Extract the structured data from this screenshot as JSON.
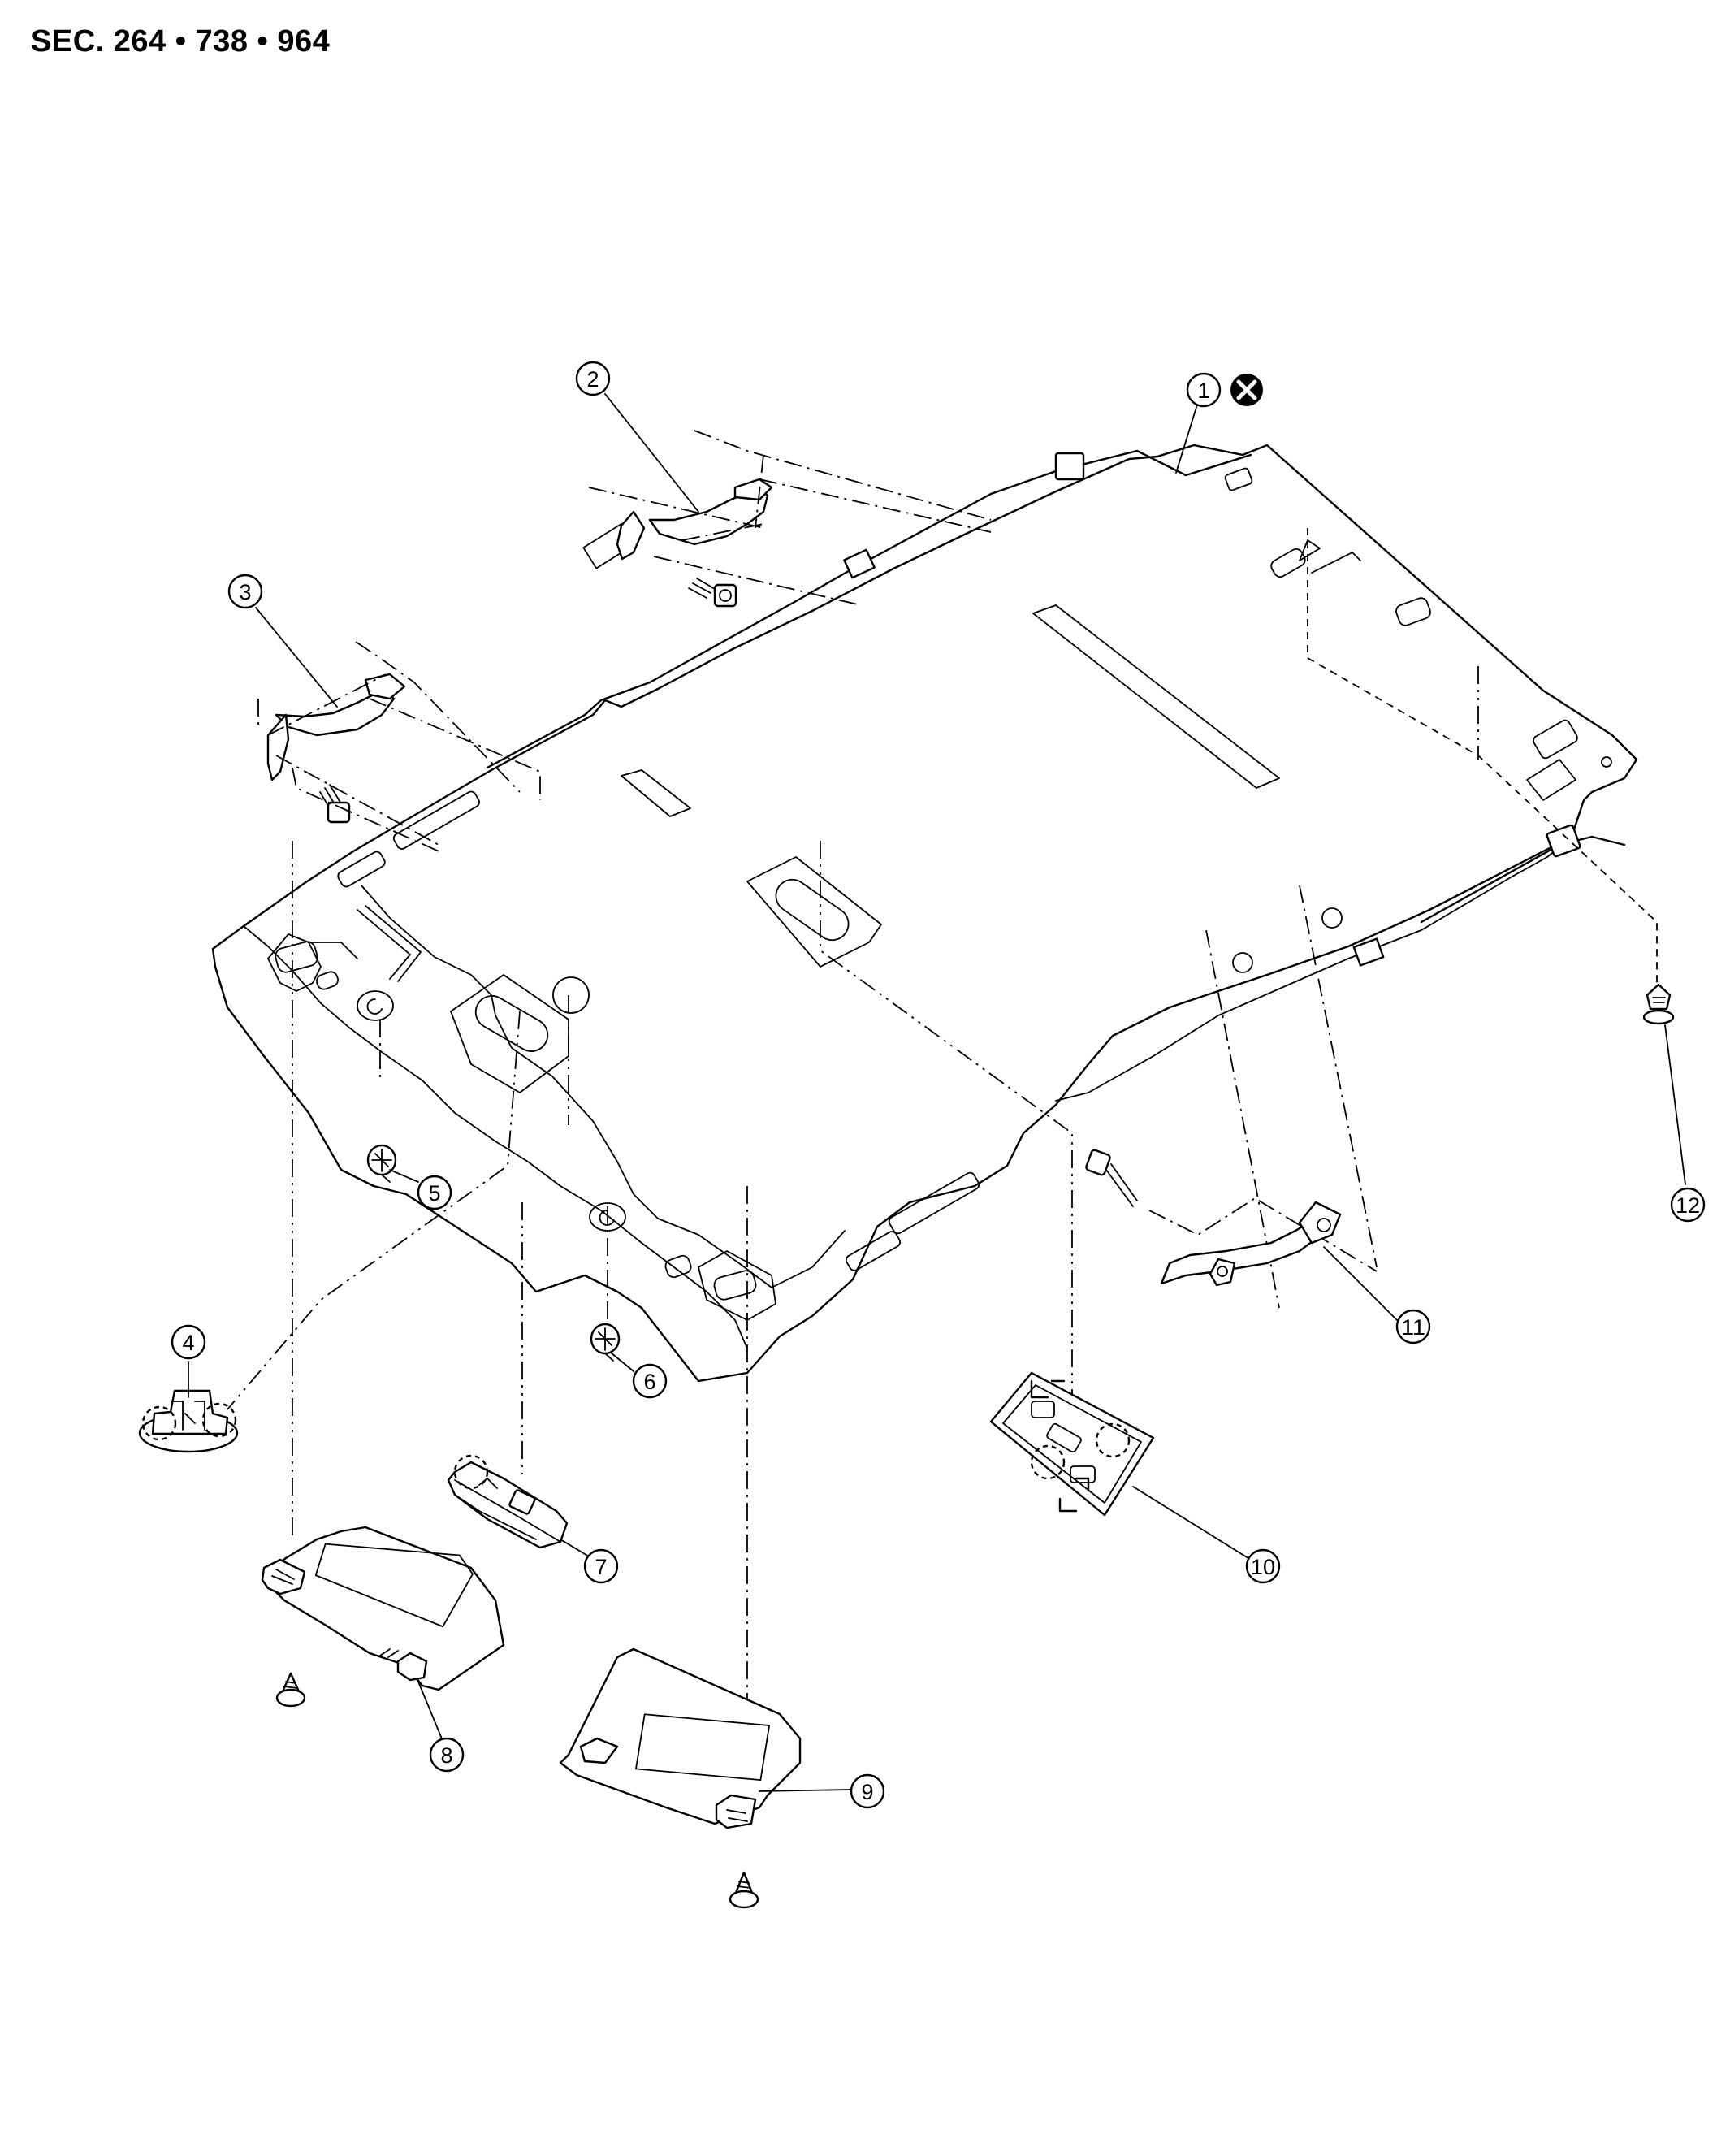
{
  "header": {
    "section_ref": "SEC. 264 • 738 • 964"
  },
  "callouts": [
    {
      "id": "1",
      "label": "1"
    },
    {
      "id": "2",
      "label": "2"
    },
    {
      "id": "3",
      "label": "3"
    },
    {
      "id": "4",
      "label": "4"
    },
    {
      "id": "5",
      "label": "5"
    },
    {
      "id": "6",
      "label": "6"
    },
    {
      "id": "7",
      "label": "7"
    },
    {
      "id": "8",
      "label": "8"
    },
    {
      "id": "9",
      "label": "9"
    },
    {
      "id": "10",
      "label": "10"
    },
    {
      "id": "11",
      "label": "11"
    },
    {
      "id": "12",
      "label": "12"
    }
  ],
  "icons": {
    "non_reusable_mark": "x-circle-icon"
  }
}
